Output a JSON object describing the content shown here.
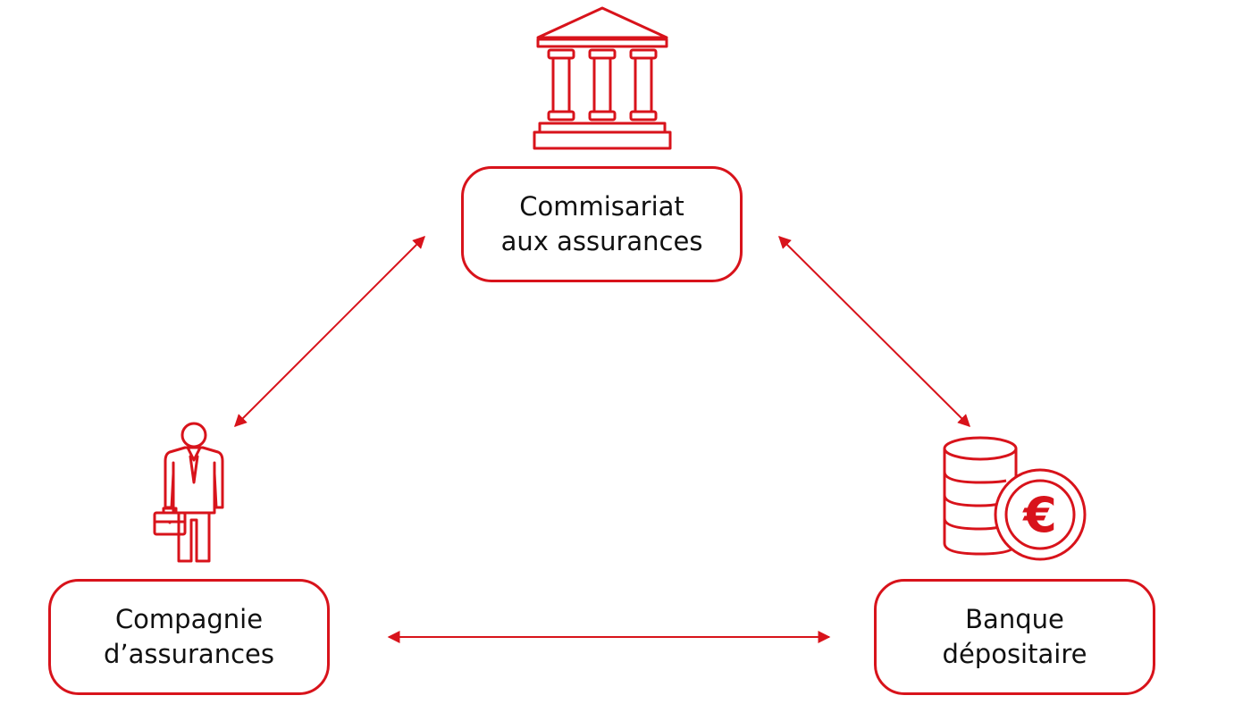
{
  "colors": {
    "accent": "#d8131b",
    "text": "#111111",
    "background": "#ffffff"
  },
  "nodes": {
    "regulator": {
      "icon": "government-building-icon",
      "line1": "Commisariat",
      "line2": "aux assurances"
    },
    "insurer": {
      "icon": "businessman-briefcase-icon",
      "line1": "Compagnie",
      "line2": "d’assurances"
    },
    "bank": {
      "icon": "euro-coins-icon",
      "line1": "Banque",
      "line2": "dépositaire"
    }
  },
  "connections": [
    {
      "from": "regulator",
      "to": "insurer",
      "type": "bidirectional-arrow"
    },
    {
      "from": "regulator",
      "to": "bank",
      "type": "bidirectional-arrow"
    },
    {
      "from": "insurer",
      "to": "bank",
      "type": "bidirectional-arrow"
    }
  ]
}
